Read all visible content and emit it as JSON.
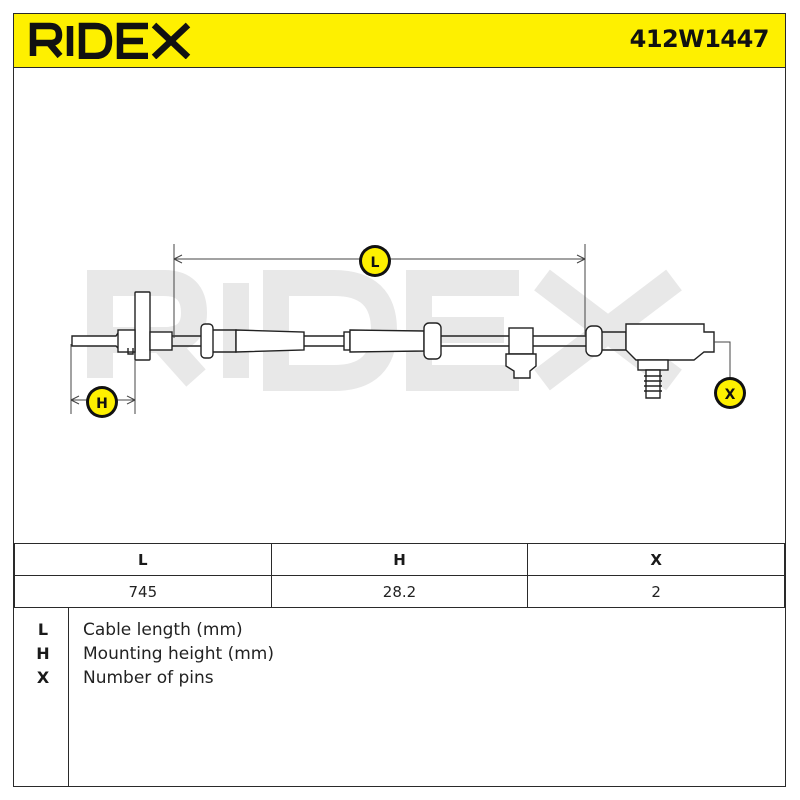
{
  "header": {
    "brand": "RIDEX",
    "part_number": "412W1447"
  },
  "drawing": {
    "watermark": "RIDEX",
    "dimension_labels": {
      "L": "L",
      "H": "H",
      "X": "X"
    },
    "colors": {
      "accent": "#fef000",
      "label_fill": "#111111",
      "line": "#222222",
      "watermark": "#e6e6e6"
    }
  },
  "spec_table": {
    "headers": [
      "L",
      "H",
      "X"
    ],
    "values": [
      "745",
      "28.2",
      "2"
    ]
  },
  "legend": [
    {
      "key": "L",
      "description": "Cable length (mm)"
    },
    {
      "key": "H",
      "description": "Mounting height (mm)"
    },
    {
      "key": "X",
      "description": "Number of pins"
    }
  ]
}
